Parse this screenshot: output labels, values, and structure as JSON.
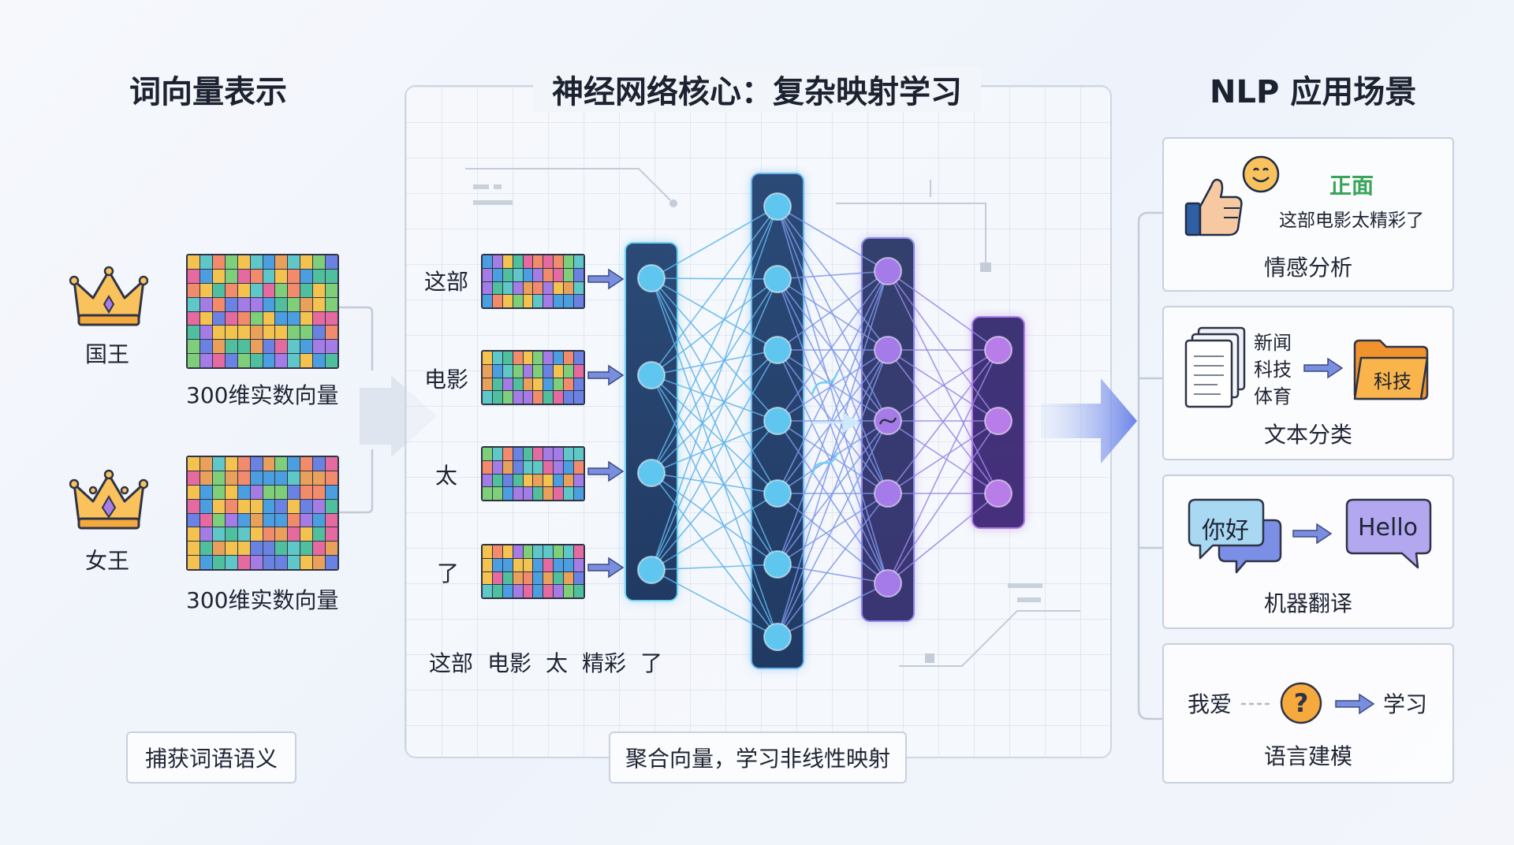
{
  "left": {
    "title": "词向量表示",
    "king_label": "国王",
    "queen_label": "女王",
    "king_vector_label": "300维实数向量",
    "queen_vector_label": "300维实数向量",
    "bottom_note": "捕获词语语义"
  },
  "center": {
    "title": "神经网络核心：复杂映射学习",
    "tokens": [
      "这部",
      "电影",
      "太",
      "了"
    ],
    "sentence": [
      "这部",
      "电影",
      "太",
      "精彩",
      "了"
    ],
    "bottom_note": "聚合向量，学习非线性映射"
  },
  "right": {
    "title": "NLP 应用场景",
    "sentiment": {
      "positive_label": "正面",
      "example": "这部电影太精彩了",
      "title": "情感分析"
    },
    "classification": {
      "categories": [
        "新闻",
        "科技",
        "体育"
      ],
      "result": "科技",
      "title": "文本分类"
    },
    "translation": {
      "source": "你好",
      "target": "Hello",
      "title": "机器翻译"
    },
    "language_model": {
      "prefix": "我爱",
      "prediction": "学习",
      "title": "语言建模"
    }
  },
  "colors": {
    "accent_blue": "#2e4f7c",
    "node_cyan": "#5fc7ef",
    "node_purple": "#a47be8",
    "positive_green": "#3aa45a",
    "folder_orange": "#f6a93c"
  }
}
